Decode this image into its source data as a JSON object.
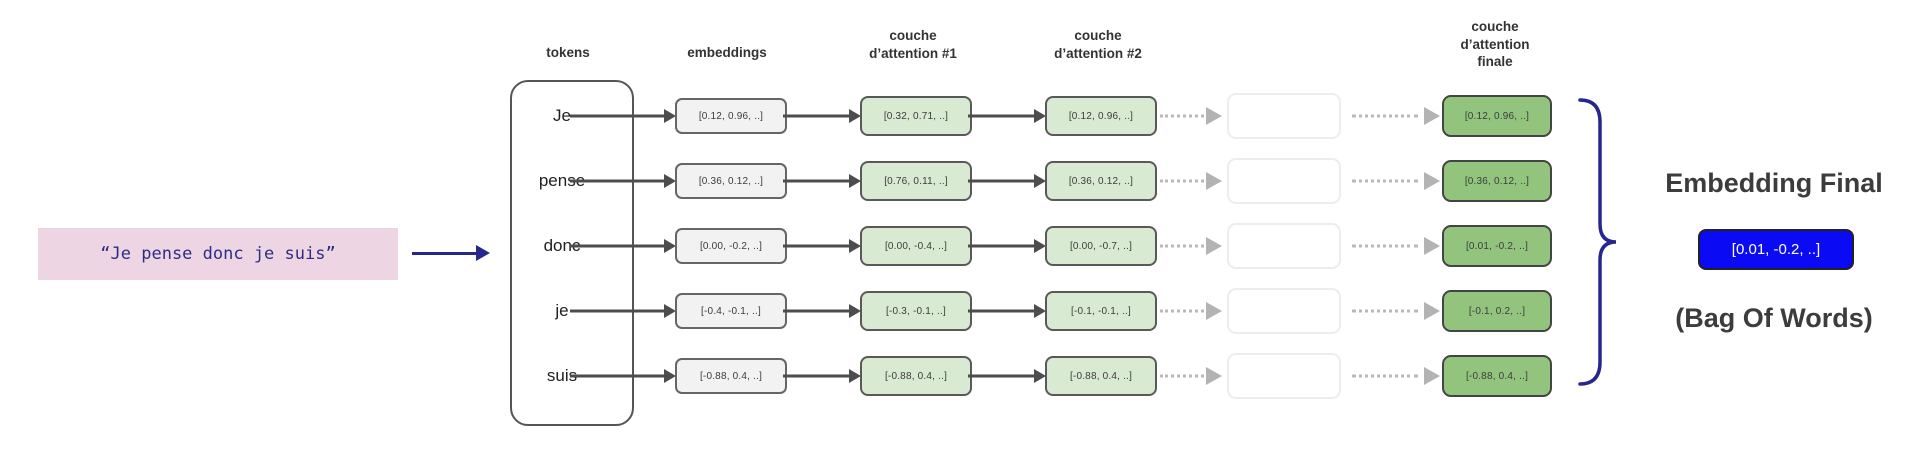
{
  "input": {
    "sentence": "“Je pense donc je suis”"
  },
  "headers": {
    "tokens": "tokens",
    "embeddings": "embeddings",
    "attention1": "couche\nd’attention #1",
    "attention2": "couche\nd’attention #2",
    "attention_final": "couche\nd’attention\nfinale"
  },
  "rows": [
    {
      "token": "Je",
      "embedding": "[0.12, 0.96, ..]",
      "attention1": "[0.32, 0.71, ..]",
      "attention2": "[0.12, 0.96, ..]",
      "final": "[0.12, 0.96, ..]"
    },
    {
      "token": "pense",
      "embedding": "[0.36, 0.12, ..]",
      "attention1": "[0.76, 0.11, ..]",
      "attention2": "[0.36, 0.12, ..]",
      "final": "[0.36, 0.12, ..]"
    },
    {
      "token": "donc",
      "embedding": "[0.00, -0.2, ..]",
      "attention1": "[0.00, -0.4, ..]",
      "attention2": "[0.00, -0.7, ..]",
      "final": "[0.01, -0.2, ..]"
    },
    {
      "token": "je",
      "embedding": "[-0.4, -0.1, ..]",
      "attention1": "[-0.3, -0.1, ..]",
      "attention2": "[-0.1, -0.1, ..]",
      "final": "[-0.1, 0.2, ..]"
    },
    {
      "token": "suis",
      "embedding": "[-0.88, 0.4, ..]",
      "attention1": "[-0.88, 0.4, ..]",
      "attention2": "[-0.88, 0.4, ..]",
      "final": "[-0.88, 0.4, ..]"
    }
  ],
  "output": {
    "title": "Embedding Final",
    "vector": "[0.01, -0.2, ..]",
    "subtitle": "(Bag Of Words)"
  },
  "colors": {
    "input_bg": "#edd5e3",
    "navy": "#26268c",
    "embedding_bg": "#f2f2f2",
    "attention_bg": "#d9ead3",
    "final_bg": "#93c47d",
    "output_bg": "#0a0af5"
  }
}
